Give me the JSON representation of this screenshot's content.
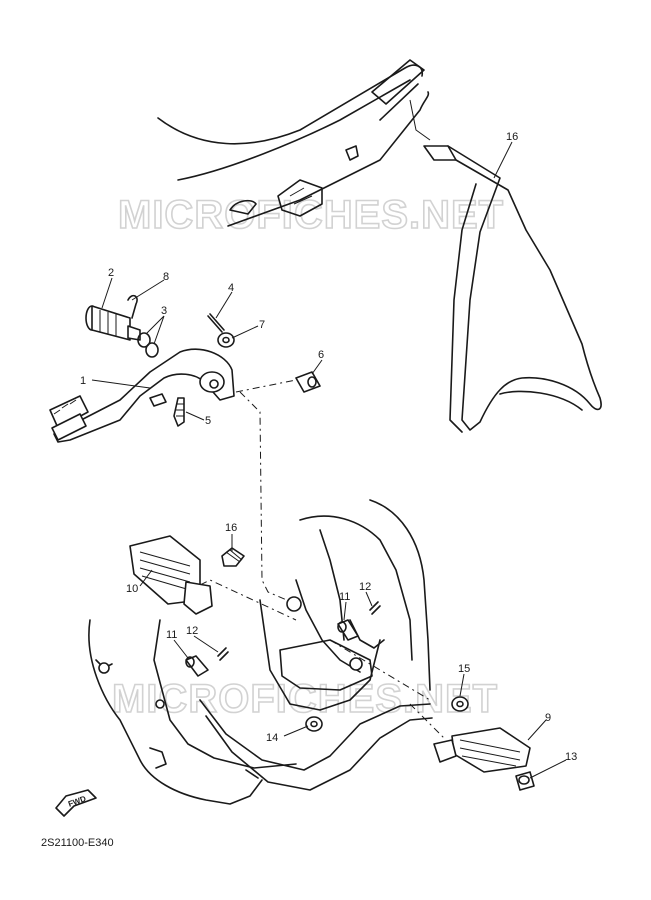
{
  "watermark": "MICROFICHES.NET",
  "diagram_code": "2S21100-E340",
  "fwd_label": "FWD",
  "callouts": [
    {
      "id": "callout-1",
      "label": "1"
    },
    {
      "id": "callout-2",
      "label": "2"
    },
    {
      "id": "callout-3",
      "label": "3"
    },
    {
      "id": "callout-4",
      "label": "4"
    },
    {
      "id": "callout-5",
      "label": "5"
    },
    {
      "id": "callout-6",
      "label": "6"
    },
    {
      "id": "callout-7",
      "label": "7"
    },
    {
      "id": "callout-8",
      "label": "8"
    },
    {
      "id": "callout-9",
      "label": "9"
    },
    {
      "id": "callout-10",
      "label": "10"
    },
    {
      "id": "callout-11a",
      "label": "11"
    },
    {
      "id": "callout-11b",
      "label": "11"
    },
    {
      "id": "callout-12a",
      "label": "12"
    },
    {
      "id": "callout-12b",
      "label": "12"
    },
    {
      "id": "callout-13",
      "label": "13"
    },
    {
      "id": "callout-14",
      "label": "14"
    },
    {
      "id": "callout-15",
      "label": "15"
    },
    {
      "id": "callout-16a",
      "label": "16"
    },
    {
      "id": "callout-16b",
      "label": "16"
    }
  ]
}
